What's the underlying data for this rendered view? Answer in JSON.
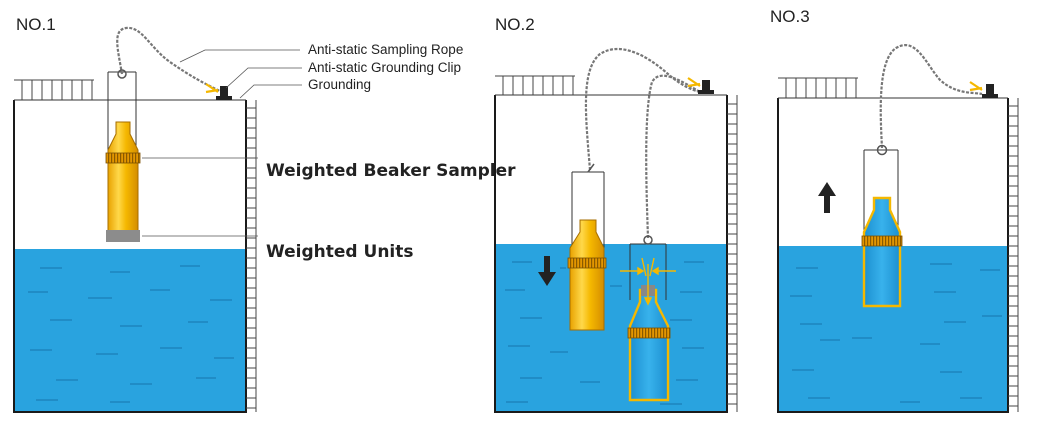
{
  "panels": [
    {
      "id": "no1",
      "title": "NO.1"
    },
    {
      "id": "no2",
      "title": "NO.2"
    },
    {
      "id": "no3",
      "title": "NO.3"
    }
  ],
  "labels": {
    "rope": "Anti-static  Sampling Rope",
    "clip": "Anti-static Grounding Clip",
    "grounding": "Grounding",
    "sampler": "Weighted Beaker Sampler",
    "units": "Weighted Units"
  },
  "colors": {
    "water": "#29a3df",
    "water_dash": "#1b7fb8",
    "bottle_yellow": "#f5b800",
    "bottle_highlight": "#ffe27a",
    "bottle_band": "#e59a00",
    "weight_grey": "#8c8c8c",
    "clip_yellow": "#f5b800",
    "arrow_dark": "#222222"
  },
  "icons": {
    "down_arrow": "down-arrow-icon",
    "up_arrow": "up-arrow-icon",
    "clip": "grounding-clip-icon"
  }
}
